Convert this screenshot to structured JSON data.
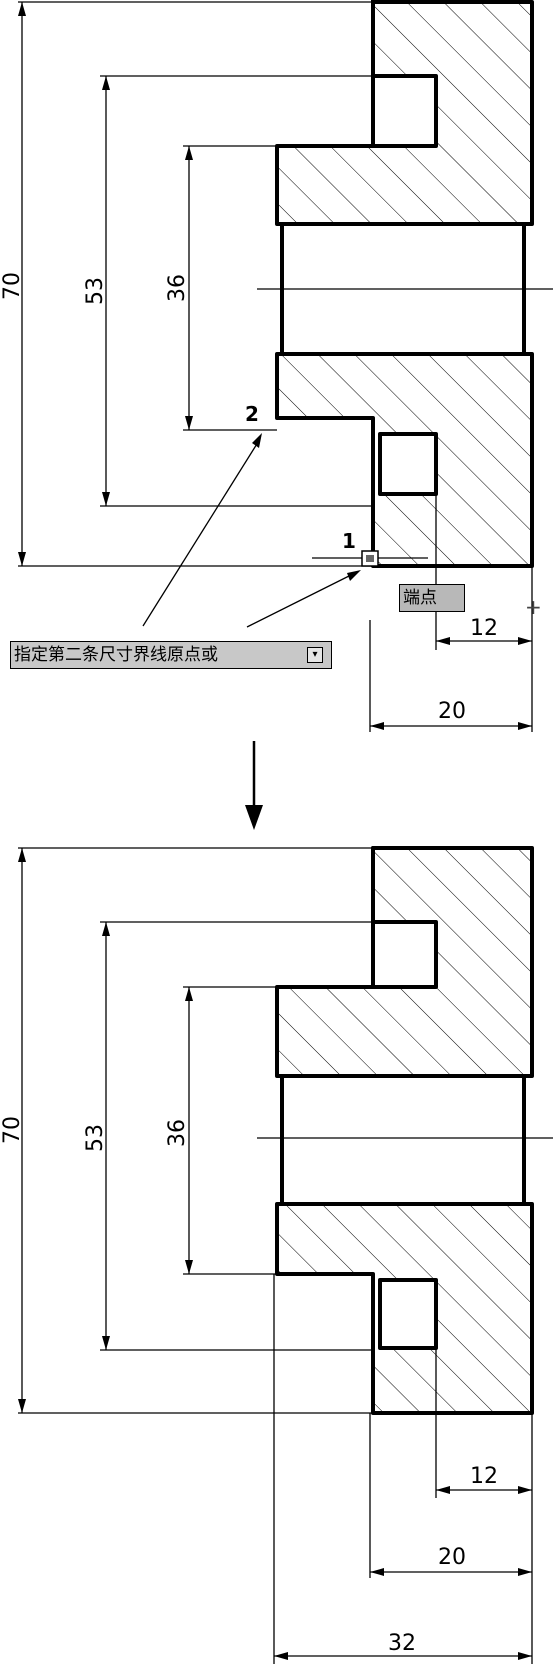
{
  "top_view": {
    "dimensions": {
      "overall": "70",
      "groove": "53",
      "bore": "36",
      "depth_12": "12",
      "depth_20": "20"
    },
    "point_labels": {
      "first": "1",
      "second": "2"
    },
    "command_prompt": "指定第二条尺寸界线原点或",
    "command_icon": "▾",
    "snap_tooltip": "端点",
    "crosshair": "+"
  },
  "arrow_between_views": "down-arrow",
  "bottom_view": {
    "dimensions": {
      "overall": "70",
      "groove": "53",
      "bore": "36",
      "depth_12": "12",
      "depth_20": "20",
      "total_32": "32"
    }
  }
}
